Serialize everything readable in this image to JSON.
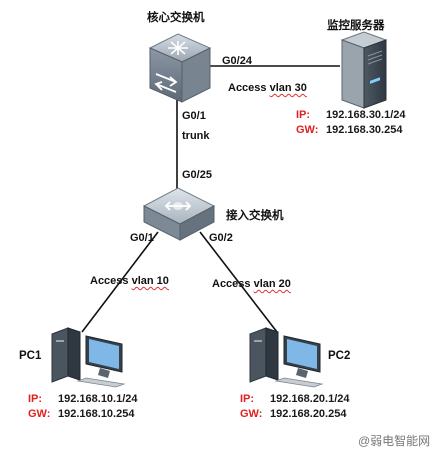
{
  "devices": {
    "core": {
      "name": "核心交换机"
    },
    "server": {
      "name": "监控服务器",
      "ip_key": "IP:",
      "ip": "192.168.30.1/24",
      "gw_key": "GW:",
      "gw": "192.168.30.254"
    },
    "access": {
      "name": "接入交换机"
    },
    "pc1": {
      "name": "PC1",
      "ip_key": "IP:",
      "ip": "192.168.10.1/24",
      "gw_key": "GW:",
      "gw": "192.168.10.254"
    },
    "pc2": {
      "name": "PC2",
      "ip_key": "IP:",
      "ip": "192.168.20.1/24",
      "gw_key": "GW:",
      "gw": "192.168.20.254"
    }
  },
  "ports": {
    "core_to_server": "G0/24",
    "core_to_access": "G0/1",
    "access_uplink": "G0/25",
    "access_to_pc1": "G0/1",
    "access_to_pc2": "G0/2"
  },
  "links": {
    "server_mode": "Access",
    "server_vlan": "vlan 30",
    "trunk": "trunk",
    "pc1_mode": "Access",
    "pc1_vlan": "vlan 10",
    "pc2_mode": "Access",
    "pc2_vlan": "vlan 20"
  },
  "watermark": "@弱电智能网",
  "colors": {
    "label_key": "#e02020",
    "text": "#111111",
    "link": "#111111"
  }
}
